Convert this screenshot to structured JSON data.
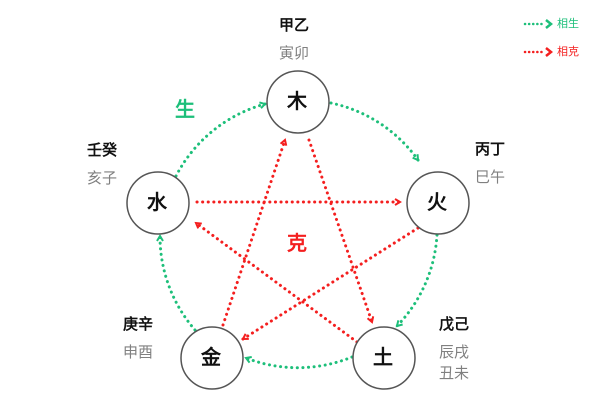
{
  "legend": {
    "generating": {
      "label": "相生",
      "color": "#1dbf7a"
    },
    "overcoming": {
      "label": "相克",
      "color": "#f41f1f"
    }
  },
  "center_labels": {
    "generating": "生",
    "overcoming": "克"
  },
  "elements": [
    {
      "id": "wood",
      "char": "木",
      "stems": "甲乙",
      "branches": [
        "寅卯"
      ]
    },
    {
      "id": "fire",
      "char": "火",
      "stems": "丙丁",
      "branches": [
        "巳午"
      ]
    },
    {
      "id": "earth",
      "char": "土",
      "stems": "戊己",
      "branches": [
        "辰戌",
        "丑未"
      ]
    },
    {
      "id": "metal",
      "char": "金",
      "stems": "庚辛",
      "branches": [
        "申酉"
      ]
    },
    {
      "id": "water",
      "char": "水",
      "stems": "壬癸",
      "branches": [
        "亥子"
      ]
    }
  ],
  "cycles": {
    "generating": [
      "木→火",
      "火→土",
      "土→金",
      "金→水",
      "水→木"
    ],
    "overcoming": [
      "木→土",
      "土→水",
      "水→火",
      "火→金",
      "金→木"
    ]
  }
}
